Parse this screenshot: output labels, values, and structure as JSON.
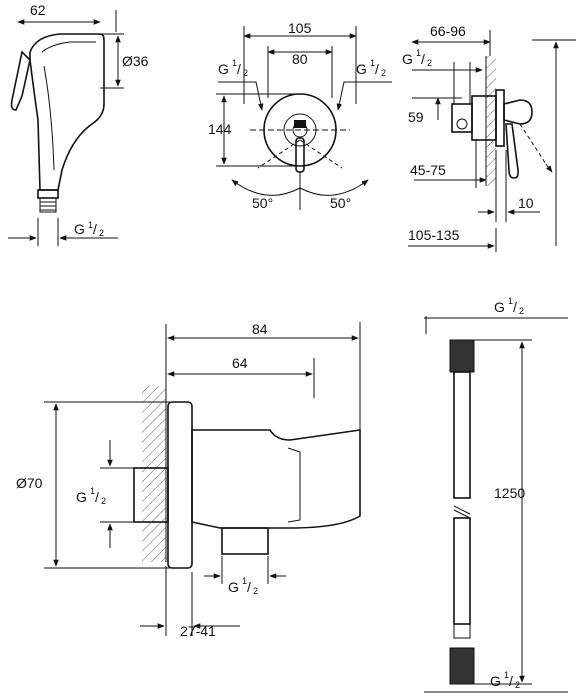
{
  "views": {
    "spray": {
      "width": "62",
      "diameter": "Ø36",
      "thread": "G",
      "thread_num": "1",
      "thread_den": "2"
    },
    "front": {
      "width": "105",
      "spacing": "80",
      "thread_l": "G",
      "thread_r": "G",
      "height": "144",
      "angle_l": "50°",
      "angle_r": "50°"
    },
    "side": {
      "depth": "66-96",
      "thread": "G",
      "offset": "59",
      "range": "45-75",
      "edge": "10",
      "projection": "105-135"
    },
    "elbow": {
      "length": "84",
      "depth": "64",
      "diameter": "Ø70",
      "thread_side": "G",
      "thread_bottom": "G",
      "wall": "27-41"
    },
    "hose": {
      "thread_top": "G",
      "thread_bottom": "G",
      "length": "1250"
    },
    "fraction": {
      "num": "1",
      "den": "2"
    }
  }
}
